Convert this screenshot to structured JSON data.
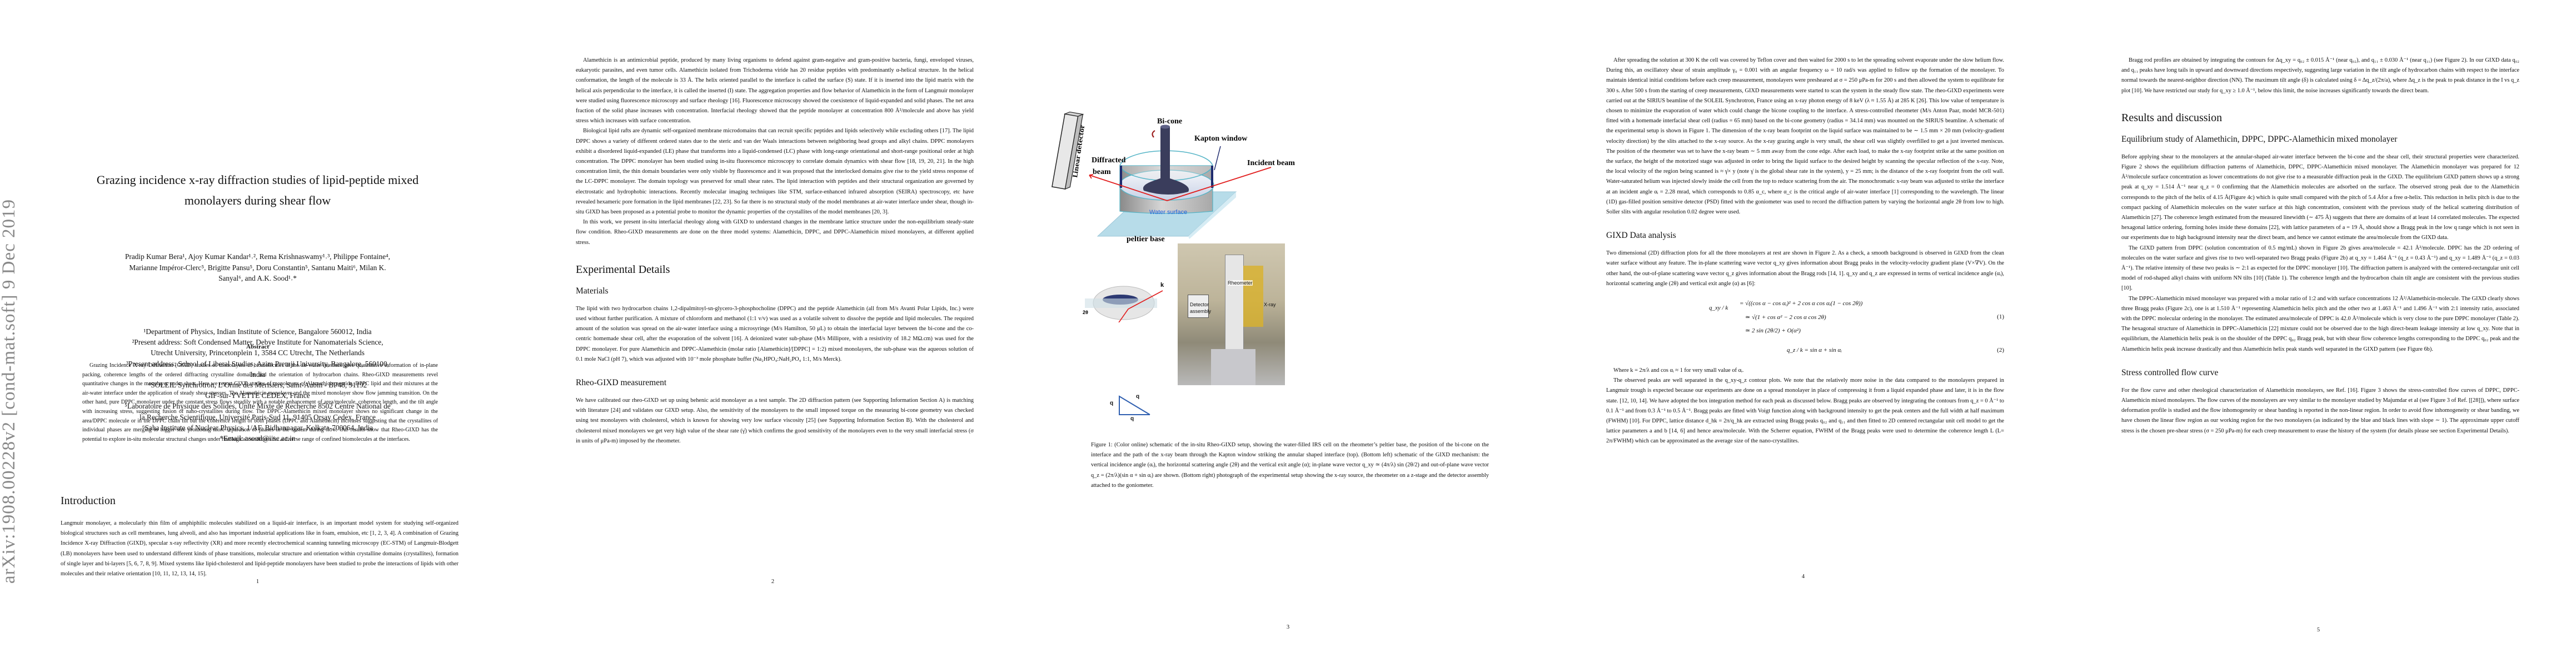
{
  "arxiv_stamp": "arXiv:1908.00228v2  [cond-mat.soft]  9 Dec 2019",
  "paper": {
    "title_line1": "Grazing incidence x-ray diffraction studies of lipid-peptide mixed",
    "title_line2": "monolayers during shear flow",
    "authors": [
      "Pradip Kumar Bera¹, Ajoy Kumar Kandar¹˒², Rema Krishnaswamy¹˒³, Philippe Fontaine⁴,",
      "Marianne Impéror-Clerc⁵, Brigitte Pansu⁵, Doru Constantin⁵, Santanu Maiti⁶, Milan K.",
      "Sanyal⁶, and A.K. Sood¹˒*"
    ],
    "affiliations": [
      "¹Department of Physics, Indian Institute of Science, Bangalore 560012, India",
      "²Present address: Soft Condensed Matter, Debye Institute for Nanomaterials Science,",
      "Utrecht University, Princetonplein 1, 3584 CC Utrecht, The Netherlands",
      "³Present address: School of Liberal Studies, Azim Premji University, Bangalore, 560100,",
      "India",
      "⁴SOLEIL Synchrotron, L’Orme des Merisiers, Saint-Aubin - BP48, 91192",
      "GIF-sur-YVETTE CEDEX, France",
      "⁵Laboratoire de Physique des Solides, Unité Mixte de Recherche 8502 Centre National de",
      "la Recherche Scientifique, Université Paris-Sud 11, 91405 Orsay Cedex, France",
      "⁶Saha Institute of Nuclear Physics, 1/AF, Bidhannagar, Kolkata-700064, India",
      "*Email: asood@iisc.ac.in"
    ],
    "abstract_heading": "Abstract",
    "abstract": "Grazing Incidence X-ray Diffraction (GIXD) studies of monolayers of biomolecules at the air-water interface give quantitative information of in-plane packing, coherence lengths of the ordered diffracting crystalline domains and the orientation of hydrocarbon chains. Rheo-GIXD measurements revel quantitative changes in the monolayer under shear. Here we report GIXD studies of monolayers of Alamethicin peptide, DPPC lipid and their mixtures at the air-water interface under the application of steady shear stresses. The Alamethicin monolayer and the mixed monolayer show flow jamming transition. On the other hand, pure DPPC monolayer under the constant stress flows steadily with a notable enhancement of area/molecule, coherence length, and the tilt angle with increasing stress, suggesting fusion of nano-crystallites during flow. The DPPC-Alamethicin mixed monolayer shows no significant change in the area/DPPC molecule or in the DPPC chain tilt but the coherence length of both phases (DPPC and Alamethicin) increases suggesting that the crystallites of individual phases are merging to bigger size promoting more separation of phases in the system during flow. Our results show that Rheo-GIXD has the potential to explore in-situ molecular structural changes under rheological conditions for a diverse range of confined biomolecules at the interfaces."
  },
  "pages": [
    {
      "number": "1",
      "intro_heading": "Introduction",
      "intro_p1": "Langmuir monolayer, a molecularly thin film of amphiphilic molecules stabilized on a liquid-air interface, is an important model system for studying self-organized biological structures such as cell membranes, lung alveoli, and also has important industrial applications like in foam, emulsion, etc [1, 2, 3, 4]. A combination of Grazing Incidence X-ray Diffraction (GIXD), specular x-ray reflectivity (XR) and more recently electrochemical scanning tunneling microscopy (EC-STM) of Langmuir-Blodgett (LB) monolayers have been used to understand different kinds of phase transitions, molecular structure and orientation within crystalline domains (crystallites), formation of single layer and bi-layers [5, 6, 7, 8, 9]. Mixed systems like lipid-cholesterol and lipid-peptide monolayers have been studied to probe the interactions of lipids with other molecules and their relative orientation [10, 11, 12, 13, 14, 15]."
    },
    {
      "number": "2",
      "p1": "Alamethicin is an antimicrobial peptide, produced by many living organisms to defend against gram-negative and gram-positive bacteria, fungi, enveloped viruses, eukaryotic parasites, and even tumor cells. Alamethicin isolated from Trichoderma viride has 20 residue peptides with predominantly α-helical structure. In the helical conformation, the length of the molecule is 33 Å. The helix oriented parallel to the interface is called the surface (S) state. If it is inserted into the lipid matrix with the helical axis perpendicular to the interface, it is called the inserted (I) state. The aggregation properties and flow behavior of Alamethicin in the form of Langmuir monolayer were studied using fluorescence microscopy and surface rheology [16]. Fluorescence microscopy showed the coexistence of liquid-expanded and solid phases. The net area fraction of the solid phase increases with concentration. Interfacial rheology showed that the peptide monolayer at concentration 800 Å²/molecule and above has yield stress which increases with surface concentration.",
      "p2": "Biological lipid rafts are dynamic self-organized membrane microdomains that can recruit specific peptides and lipids selectively while excluding others [17]. The lipid DPPC shows a variety of different ordered states due to the steric and van der Waals interactions between neighboring head groups and alkyl chains. DPPC monolayers exhibit a disordered liquid-expanded (LE) phase that transforms into a liquid-condensed (LC) phase with long-range orientational and short-range positional order at high concentration. The DPPC monolayer has been studied using in-situ fluorescence microscopy to correlate domain dynamics with shear flow [18, 19, 20, 21]. In the high concentration limit, the thin domain boundaries were only visible by fluorescence and it was proposed that the interlocked domains give rise to the yield stress response of the LC-DPPC monolayer. The domain topology was preserved for small shear rates. The lipid interaction with peptides and their structural organization are governed by electrostatic and hydrophobic interactions. Recently molecular imaging techniques like STM, surface-enhanced infrared absorption (SEIRA) spectroscopy, etc have revealed hexameric pore formation in the lipid membranes [22, 23]. So far there is no structural study of the model membranes at air-water interface under shear, though in-situ GIXD has been proposed as a potential probe to monitor the dynamic properties of the crystallites of the model membranes [20, 3].",
      "p3": "In this work, we present in-situ interfacial rheology along with GIXD to understand changes in the membrane lattice structure under the non-equilibrium steady-state flow condition. Rheo-GIXD measurements are done on the three model systems: Alamethicin, DPPC, and DPPC-Alamethicin mixed monolayers, at different applied stress.",
      "exp_heading": "Experimental Details",
      "materials_heading": "Materials",
      "materials_p": "The lipid with two hydrocarbon chains 1,2-dipalmitoyl-sn-glycero-3-phosphocholine (DPPC) and the peptide Alamethicin (all from M/s Avanti Polar Lipids, Inc.) were used without further purification. A mixture of chloroform and methanol (1:1 v/v) was used as a volatile solvent to dissolve the peptide and lipid molecules. The required amount of the solution was spread on the air-water interface using a microsyringe (M/s Hamilton, 50 μL) to obtain the interfacial layer between the bi-cone and the co-centric homemade shear cell, after the evaporation of the solvent [16]. A deionized water sub-phase (M/s Millipore, with a resistivity of 18.2 MΩ.cm) was used for the DPPC monolayer. For pure Alamethicin and DPPC-Alamethicin (molar ratio [Alamethicin]/[DPPC] = 1:2) mixed monolayers, the sub-phase was the aqueous solution of 0.1 mole NaCl (pH 7), which was adjusted with 10⁻³ mole phosphate buffer (Na₂HPO₄:NaH₂PO₄ 1:1, M/s Merck).",
      "rheo_heading": "Rheo-GIXD measurement",
      "rheo_p": "We have calibrated our rheo-GIXD set up using behenic acid monolayer as a test sample. The 2D diffraction pattern (see Supporting Information Section A) is matching with literature [24] and validates our GIXD setup. Also, the sensitivity of the monolayers to the small imposed torque on the measuring bi-cone geometry was checked using test monolayers with cholesterol, which is known for showing very low surface viscosity [25] (see Supporting Information Section B). With the cholesterol and cholesterol mixed monolayers we get very high value of the shear rate (γ̇) which confirms the good sensitivity of the monolayers even to the very small interfacial stress (σ in units of μPa-m) imposed by the rheometer."
    },
    {
      "number": "3",
      "figure_labels": {
        "bicone": "Bi-cone",
        "kapton": "Kapton window",
        "detector": "Linear detector",
        "diffracted": "Diffracted",
        "diffracted2": "beam",
        "incident": "Incident beam",
        "water": "Water surface",
        "peltier": "peltier base",
        "kin": "k",
        "kin_sub": "in",
        "kout": "k",
        "kout_sub": "out",
        "alpha_i": "α",
        "alpha_i_sub": "i",
        "alpha": "α",
        "two_theta": "2θ",
        "qz": "q",
        "qz_sub": "z",
        "qtotal": "q",
        "qtotal_sub": "total",
        "qxy": "q",
        "qxy_sub": "xy",
        "photo_rheometer": "Rheometer",
        "photo_detector1": "Detector",
        "photo_detector2": "assembly",
        "photo_xray": "X-ray"
      },
      "caption": "Figure 1: (Color online) schematic of the in-situ Rheo-GIXD setup, showing the water-filled IRS cell on the rheometer’s peltier base, the position of the bi-cone on the interface and the path of the x-ray beam through the Kapton window striking the annular shaped interface (top). (Bottom left) schematic of the GIXD mechanism: the vertical incidence angle (αᵢ), the horizontal scattering angle (2θ) and the vertical exit angle (α); in-plane wave vector q_xy ≃ (4π/λ) sin (2θ/2) and out-of-plane wave vector q_z = (2π/λ)(sin α + sin αᵢ) are shown. (Bottom right) photograph of the experimental setup showing the x-ray source, the rheometer on a z-stage and the detector assembly attached to the goniometer."
    },
    {
      "number": "4",
      "p1": "After spreading the solution at 300 K the cell was covered by Teflon cover and then waited for 2000 s to let the spreading solvent evaporate under the slow helium flow. During this, an oscillatory shear of strain amplitude γ₀ = 0.001 with an angular frequency ω = 10 rad/s was applied to follow up the formation of the monolayer. To maintain identical initial conditions before each creep measurement, monolayers were presheared at σ = 250 μPa-m for 200 s and then allowed the system to equilibrate for 300 s. After 500 s from the starting of creep measurements, GIXD measurements were started to scan the system in the steady flow state. The rheo-GIXD experiments were carried out at the SIRIUS beamline of the SOLEIL Synchrotron, France using an x-ray photon energy of 8 keV (λ ≈ 1.55 Å) at 285 K [26]. This low value of temperature is chosen to minimize the evaporation of water which could change the bicone coupling to the interface. A stress-controlled rheometer (M/s Anton Paar, model MCR-501) fitted with a homemade interfacial shear cell (radius = 65 mm) based on the bi-cone geometry (radius = 34.14 mm) was mounted on the SIRIUS beamline. A schematic of the experimental setup is shown in Figure 1. The dimension of the x-ray beam footprint on the liquid surface was maintained to be ∼ 1.5 mm × 20 mm (velocity-gradient velocity direction) by the slits attached to the x-ray source. As the x-ray grazing angle is very small, the shear cell was slightly overfilled to get a just inverted meniscus. The position of the rheometer was set to have the x-ray beam ∼ 5 mm away from the cone edge. After each load, to make the x-ray footprint strike at the same position on the surface, the height of the motorized stage was adjusted in order to bring the liquid surface to the desired height by scanning the specular reflection of the x-ray. Note, the local velocity of the region being scanned is ≈ γ̇× y (note γ̇ is the global shear rate in the system), y = 25 mm; is the distance of the x-ray footprint from the cell wall. Water-saturated helium was injected slowly inside the cell from the top to reduce scattering from the air. The monochromatic x-ray beam was adjusted to strike the interface at an incident angle αᵢ = 2.28 mrad, which corresponds to 0.85 α_c, where α_c is the critical angle of air-water interface [1] corresponding to the wavelength. The linear (1D) gas-filled position sensitive detector (PSD) fitted with the goniometer was used to record the diffraction pattern by varying the horizontal angle 2θ from low to high. Soller slits with angular resolution 0.02 degree were used.",
      "gixd_heading": "GIXD Data analysis",
      "gixd_p1": "Two dimensional (2D) diffraction plots for all the three monolayers at rest are shown in Figure 2. As a check, a smooth background is observed in GIXD from the clean water surface without any feature. The in-plane scattering wave vector q_xy gives information about Bragg peaks in the velocity-velocity gradient plane (V×∇V). On the other hand, the out-of-plane scattering wave vector q_z gives information about the Bragg rods [14, 1]. q_xy and q_z are expressed in terms of vertical incidence angle (αᵢ), horizontal scattering angle (2θ) and vertical exit angle (α) as [6]:",
      "eq1_lhs": "q_xy / k",
      "eq1_line1": "= √((cos α − cos αᵢ)² + 2 cos α cos αᵢ(1 − cos 2θ))",
      "eq1_line2": "≃ √(1 + cos α² − 2 cos α cos 2θ)",
      "eq1_line3": "≃ 2 sin (2θ/2) + O(α²)",
      "eq1_num": "(1)",
      "eq2": "q_z / k = sin α + sin αᵢ",
      "eq2_num": "(2)",
      "where_line": "Where k = 2π/λ and cos αᵢ ≈ 1 for very small value of αᵢ.",
      "gixd_p2": "The observed peaks are well separated in the q_xy-q_z contour plots. We note that the relatively more noise in the data compared to the monolayers prepared in Langmuir trough is expected because our experiments are done on a spread monolayer in place of compressing it from a liquid expanded phase and later, it is in the flow state. [12, 10, 14]. We have adopted the box integration method for each peak as discussed below. Bragg peaks are observed by integrating the contours from q_z = 0 Å⁻¹ to 0.1 Å⁻¹ and from 0.3 Å⁻¹ to 0.5 Å⁻¹. Bragg peaks are fitted with Voigt function along with background intensity to get the peak centers and the full width at half maximum (FWHM) [10]. For DPPC, lattice distance d_hk = 2π/q_hk are extracted using Bragg peaks q₀₂ and q₁₁ and then fitted to 2D centered rectangular unit cell model to get the lattice parameters a and b [14, 6] and hence area/molecule. With the Scherrer equation, FWHM of the Bragg peaks were used to determine the coherence length L (L= 2π/FWHM) which can be approximated as the average size of the nano-crystallites."
    },
    {
      "number": "5",
      "p1": "Bragg rod profiles are obtained by integrating the contours for Δq_xy = q₀₂ ± 0.015 Å⁻¹ (near q₀₂), and q₁₁ ± 0.030 Å⁻¹ (near q₁₁) (see Figure 2). In our GIXD data q₀₂ and q₁₁ peaks have long tails in upward and downward directions respectively, suggesting large variation in the tilt angle of hydrocarbon chains with respect to the interface normal towards the nearest-neighbor direction (NN). The maximum tilt angle (δ) is calculated using δ = Δq_z/(2π/a), where Δq_z is the peak to peak distance in the I vs q_z plot [10]. We have restricted our study for q_xy ≥ 1.0 Å⁻¹, below this limit, the noise increases significantly towards the direct beam.",
      "results_heading": "Results and discussion",
      "eq_heading": "Equilibrium study of Alamethicin, DPPC, DPPC-Alamethicin mixed monolayer",
      "eq_p1": "Before applying shear to the monolayers at the annular-shaped air-water interface between the bi-cone and the shear cell, their structural properties were characterized. Figure 2 shows the equilibrium diffraction patterns of Alamethicin, DPPC, DPPC-Alamethicin mixed monolayer. The Alamethicin monolayer was prepared for 12 Å²/molecule surface concentration as lower concentrations do not give rise to a measurable diffraction peak in the GIXD. The equilibrium GIXD pattern shows up a strong peak at q_xy = 1.514 Å⁻¹ near q_z = 0 confirming that the Alamethicin molecules are adsorbed on the surface. The observed strong peak due to the Alamethicin corresponds to the pitch of the helix of 4.15 Å(Figure 4c) which is quite small compared with the pitch of 5.4 Åfor a free α-helix. This reduction in helix pitch is due to the compact packing of Alamethicin molecules on the water surface at this high concentration, consistent with the previous study of the helical scattering distribution of Alamethicin [27]. The coherence length estimated from the measured linewidth (∼ 475 Å) suggests that there are domains of at least 14 correlated molecules. The expected hexagonal lattice ordering, forming holes inside these domains [22], with lattice parameters of a = 19 Å, should show a Bragg peak in the low q range which is not seen in our experiments due to high background intensity near the direct beam, and hence we cannot estimate the area/molecule from the GIXD data.",
      "eq_p2": "The GIXD pattern from DPPC (solution concentration of 0.5 mg/mL) shown in Figure 2b gives area/molecule = 42.1 Å²/molecule. DPPC has the 2D ordering of molecules on the water surface and gives rise to two well-separated two Bragg peaks (Figure 2b) at q_xy = 1.464 Å⁻¹ (q_z = 0.43 Å⁻¹) and q_xy = 1.489 Å⁻¹ (q_z = 0.03 Å⁻¹). The relative intensity of these two peaks is ∼ 2:1 as expected for the DPPC monolayer [10]. The diffraction pattern is analyzed with the centered-rectangular unit cell model of rod-shaped alkyl chains with uniform NN tilts [10] (Table 1). The coherence length and the hydrocarbon chain tilt angle are consistent with the previous studies [10].",
      "eq_p3": "The DPPC-Alamethicin mixed monolayer was prepared with a molar ratio of 1:2 and with surface concentrations 12 Å²/Alamethicin-molecule. The GIXD clearly shows three Bragg peaks (Figure 2c), one is at 1.510 Å⁻¹ representing Alamethicin helix pitch and the other two at 1.463 Å⁻¹ and 1.496 Å⁻¹ with 2:1 intensity ratio, associated with the DPPC molecular ordering in the monolayer. The estimated area/molecule of DPPC is 42.0 Å²/molecule which is very close to the pure DPPC monolayer (Table 2). The hexagonal structure of Alamethicin in DPPC-Alamethicin [22] mixture could not be observed due to the high direct-beam leakage intensity at low q_xy. Note that in equilibrium, the Alamethicin helix peak is on the shoulder of the DPPC q₀₂ Bragg peak, but with shear flow coherence lengths corresponding to the DPPC q₀₂ peak and the Alamethicin helix peak increase drastically and thus Alamethicin helix peak stands well separated in the GIXD pattern (see Figure 6b).",
      "flow_heading": "Stress controlled flow curve",
      "flow_p": "For the flow curve and other rheological characterization of Alamethicin monolayers, see Ref. [16]. Figure 3 shows the stress-controlled flow curves of DPPC, DPPC-Alamethicin mixed monolayers. The flow curves of the monolayers are very similar to the monolayer studied by Majumdar et al (see Figure 3 of Ref. [[28]]), where surface deformation profile is studied and the flow inhomogeneity or shear banding is reported in the non-linear region. In order to avoid flow inhomogeneity or shear banding, we have chosen the linear flow region as our working region for the two monolayers (as indicated by the blue and black lines with slope ∼ 1). The approximate upper cutoff stress is the chosen pre-shear stress (σ = 250 μPa-m) for each creep measurement to erase the history of the system (for details please see section Experimental Details)."
    }
  ]
}
